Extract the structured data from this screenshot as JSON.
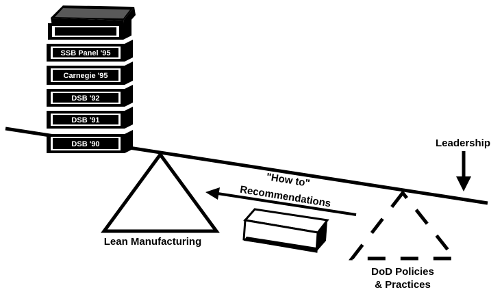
{
  "labels": {
    "leadership": "Leadership",
    "how_to_line1": "\"How to\"",
    "how_to_line2": "Recommendations",
    "lean_manufacturing": "Lean Manufacturing",
    "dod_line1": "DoD Policies",
    "dod_line2": "& Practices"
  },
  "book_stack": [
    "",
    "",
    "SSB Panel '95",
    "Carnegie '95",
    "DSB '92",
    "DSB '91",
    "DSB '90"
  ],
  "guide_book": {
    "line1": "",
    "line2": ""
  },
  "colors": {
    "ink": "#000000",
    "paper": "#ffffff"
  }
}
